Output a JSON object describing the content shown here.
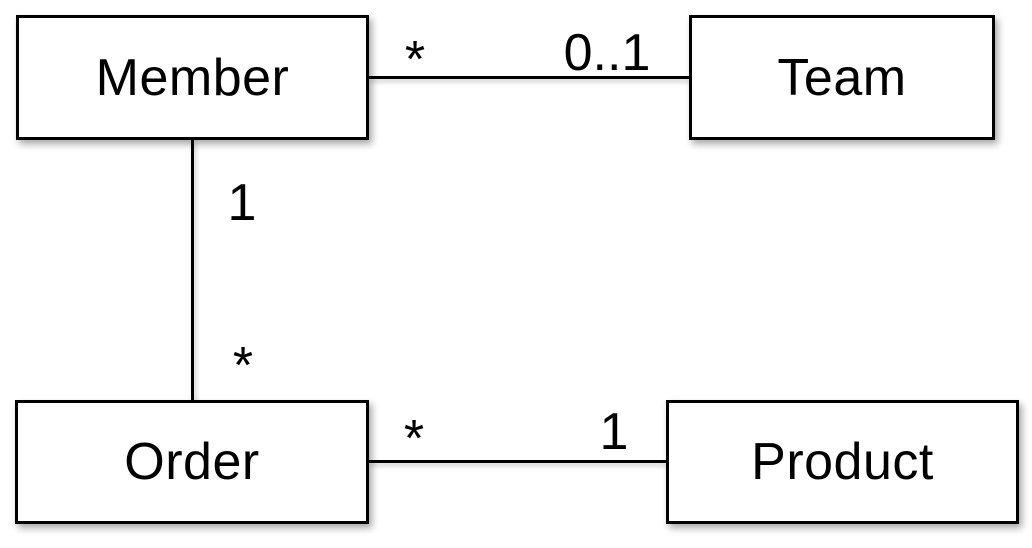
{
  "diagram": {
    "type": "uml-association-diagram",
    "colors": {
      "background": "#ffffff",
      "box_fill": "#ffffff",
      "box_border": "#000000",
      "line": "#000000",
      "text": "#000000"
    },
    "entities": [
      {
        "id": "member",
        "label": "Member"
      },
      {
        "id": "team",
        "label": "Team"
      },
      {
        "id": "order",
        "label": "Order"
      },
      {
        "id": "product",
        "label": "Product"
      }
    ],
    "relationships": [
      {
        "from": "Member",
        "to": "Team",
        "from_multiplicity": "*",
        "to_multiplicity": "0..1"
      },
      {
        "from": "Member",
        "to": "Order",
        "from_multiplicity": "1",
        "to_multiplicity": "*"
      },
      {
        "from": "Order",
        "to": "Product",
        "from_multiplicity": "*",
        "to_multiplicity": "1"
      }
    ]
  }
}
